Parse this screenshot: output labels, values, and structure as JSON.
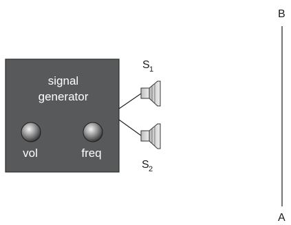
{
  "generator": {
    "title_line1": "signal",
    "title_line2": "generator",
    "knob_left_label": "vol",
    "knob_right_label": "freq"
  },
  "speakers": {
    "top": {
      "letter": "S",
      "subscript": "1"
    },
    "bottom": {
      "letter": "S",
      "subscript": "2"
    }
  },
  "line": {
    "top_label": "B",
    "bottom_label": "A"
  },
  "colors": {
    "box_fill": "#58595b",
    "box_stroke": "#2b2b2b",
    "wire": "#1a1a1a",
    "speaker_fill": "#d9d9d9",
    "speaker_stroke": "#333333"
  }
}
